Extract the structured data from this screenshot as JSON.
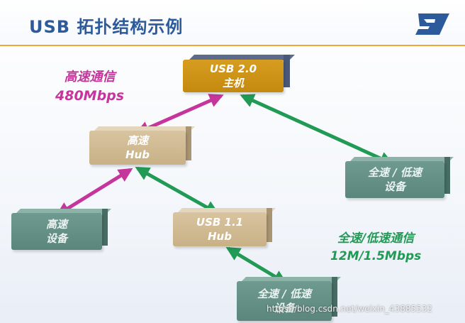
{
  "slide": {
    "title": "USB 拓扑结构示例"
  },
  "nodes": {
    "host": {
      "line1": "USB  2.0",
      "line2": "主机"
    },
    "high_speed_hub": {
      "line1": "高速",
      "line2": "Hub"
    },
    "usb11_hub": {
      "line1": "USB  1.1",
      "line2": "Hub"
    },
    "high_speed_device": {
      "line1": "高速",
      "line2": "设备"
    },
    "full_low_device_right": {
      "line1": "全速 / 低速",
      "line2": "设备"
    },
    "full_low_device_bottom": {
      "line1": "全速  /  低速",
      "line2": "设备"
    }
  },
  "annotations": {
    "high_speed": {
      "line1": "高速通信",
      "line2": "480Mbps",
      "color": "#c6359b"
    },
    "full_low_speed": {
      "line1": "全速/低速通信",
      "line2": "12M/1.5Mbps",
      "color": "#219a55"
    }
  },
  "connections": [
    {
      "from": "host",
      "to": "high_speed_hub",
      "kind": "high-speed"
    },
    {
      "from": "high_speed_hub",
      "to": "high_speed_device",
      "kind": "high-speed"
    },
    {
      "from": "host",
      "to": "full_low_device_right",
      "kind": "full-low-speed"
    },
    {
      "from": "high_speed_hub",
      "to": "usb11_hub",
      "kind": "full-low-speed"
    },
    {
      "from": "usb11_hub",
      "to": "full_low_device_bottom",
      "kind": "full-low-speed"
    }
  ],
  "colors": {
    "title": "#2d5a9b",
    "rule": "#f0a637",
    "high_speed_arrow": "#c6359b",
    "full_low_arrow": "#219a55",
    "logo": "#2d5a9b"
  },
  "watermark": "https://blog.csdn.net/weixin_43885532"
}
